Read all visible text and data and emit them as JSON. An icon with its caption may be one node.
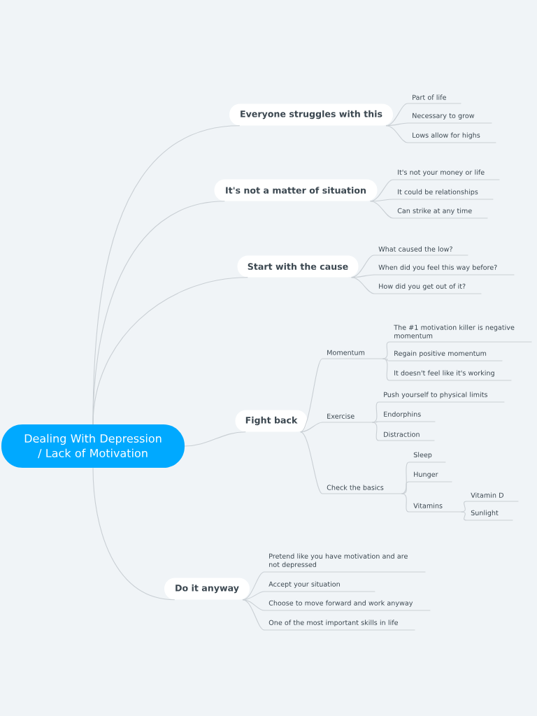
{
  "diagram": {
    "nodes": [
      {
        "text": [
          "Dealing With Depression / Lack of Motivation"
        ]
      },
      {
        "text": [
          "Everyone struggles with this"
        ]
      },
      {
        "text": [
          "Part of life"
        ]
      },
      {
        "text": [
          "Necessary to grow"
        ]
      },
      {
        "text": [
          "Lows allow for highs"
        ]
      },
      {
        "text": [
          "It's not a matter of situation"
        ]
      },
      {
        "text": [
          "It's not your money or life"
        ]
      },
      {
        "text": [
          "It could be relationships"
        ]
      },
      {
        "text": [
          "Can strike at any time"
        ]
      },
      {
        "text": [
          "Start with the cause"
        ]
      },
      {
        "text": [
          "What caused the low?"
        ]
      },
      {
        "text": [
          "When did you feel this way before?"
        ]
      },
      {
        "text": [
          "How did you get out of it?"
        ]
      },
      {
        "text": [
          "Fight back"
        ]
      },
      {
        "text": [
          "Momentum"
        ]
      },
      {
        "text": [
          "The #1 motivation killer is negative momentum"
        ]
      },
      {
        "text": [
          "Regain positive momentum"
        ]
      },
      {
        "text": [
          "It doesn't feel like it's working"
        ]
      },
      {
        "text": [
          "Exercise"
        ]
      },
      {
        "text": [
          "Push yourself to physical limits"
        ]
      },
      {
        "text": [
          "Endorphins"
        ]
      },
      {
        "text": [
          "Distraction"
        ]
      },
      {
        "text": [
          "Check the basics"
        ]
      },
      {
        "text": [
          "Sleep"
        ]
      },
      {
        "text": [
          "Hunger"
        ]
      },
      {
        "text": [
          "Vitamins"
        ]
      },
      {
        "text": [
          "Vitamin D"
        ]
      },
      {
        "text": [
          "Sunlight"
        ]
      },
      {
        "text": [
          "Do it anyway"
        ]
      },
      {
        "text": [
          "Pretend like you have motivation and are not depressed"
        ]
      },
      {
        "text": [
          "Accept your situation"
        ]
      },
      {
        "text": [
          "Choose to move forward and work anyway"
        ]
      },
      {
        "text": [
          "One of the most important skills in life"
        ]
      }
    ],
    "edges": [
      {
        "from": 0,
        "to": 1,
        "arrow": "none"
      },
      {
        "from": 0,
        "to": 5,
        "arrow": "none"
      },
      {
        "from": 0,
        "to": 9,
        "arrow": "none"
      },
      {
        "from": 0,
        "to": 13,
        "arrow": "none"
      },
      {
        "from": 0,
        "to": 28,
        "arrow": "none"
      },
      {
        "from": 1,
        "to": 2,
        "arrow": "none"
      },
      {
        "from": 1,
        "to": 3,
        "arrow": "none"
      },
      {
        "from": 1,
        "to": 4,
        "arrow": "none"
      },
      {
        "from": 5,
        "to": 6,
        "arrow": "none"
      },
      {
        "from": 5,
        "to": 7,
        "arrow": "none"
      },
      {
        "from": 5,
        "to": 8,
        "arrow": "none"
      },
      {
        "from": 9,
        "to": 10,
        "arrow": "none"
      },
      {
        "from": 9,
        "to": 11,
        "arrow": "none"
      },
      {
        "from": 9,
        "to": 12,
        "arrow": "none"
      },
      {
        "from": 13,
        "to": 14,
        "arrow": "none"
      },
      {
        "from": 13,
        "to": 18,
        "arrow": "none"
      },
      {
        "from": 13,
        "to": 22,
        "arrow": "none"
      },
      {
        "from": 14,
        "to": 15,
        "arrow": "none"
      },
      {
        "from": 14,
        "to": 16,
        "arrow": "none"
      },
      {
        "from": 14,
        "to": 17,
        "arrow": "none"
      },
      {
        "from": 18,
        "to": 19,
        "arrow": "none"
      },
      {
        "from": 18,
        "to": 20,
        "arrow": "none"
      },
      {
        "from": 18,
        "to": 21,
        "arrow": "none"
      },
      {
        "from": 22,
        "to": 23,
        "arrow": "none"
      },
      {
        "from": 22,
        "to": 24,
        "arrow": "none"
      },
      {
        "from": 22,
        "to": 25,
        "arrow": "none"
      },
      {
        "from": 25,
        "to": 26,
        "arrow": "none"
      },
      {
        "from": 25,
        "to": 27,
        "arrow": "none"
      },
      {
        "from": 28,
        "to": 29,
        "arrow": "none"
      },
      {
        "from": 28,
        "to": 30,
        "arrow": "none"
      },
      {
        "from": 28,
        "to": 31,
        "arrow": "none"
      },
      {
        "from": 28,
        "to": 32,
        "arrow": "none"
      }
    ]
  }
}
